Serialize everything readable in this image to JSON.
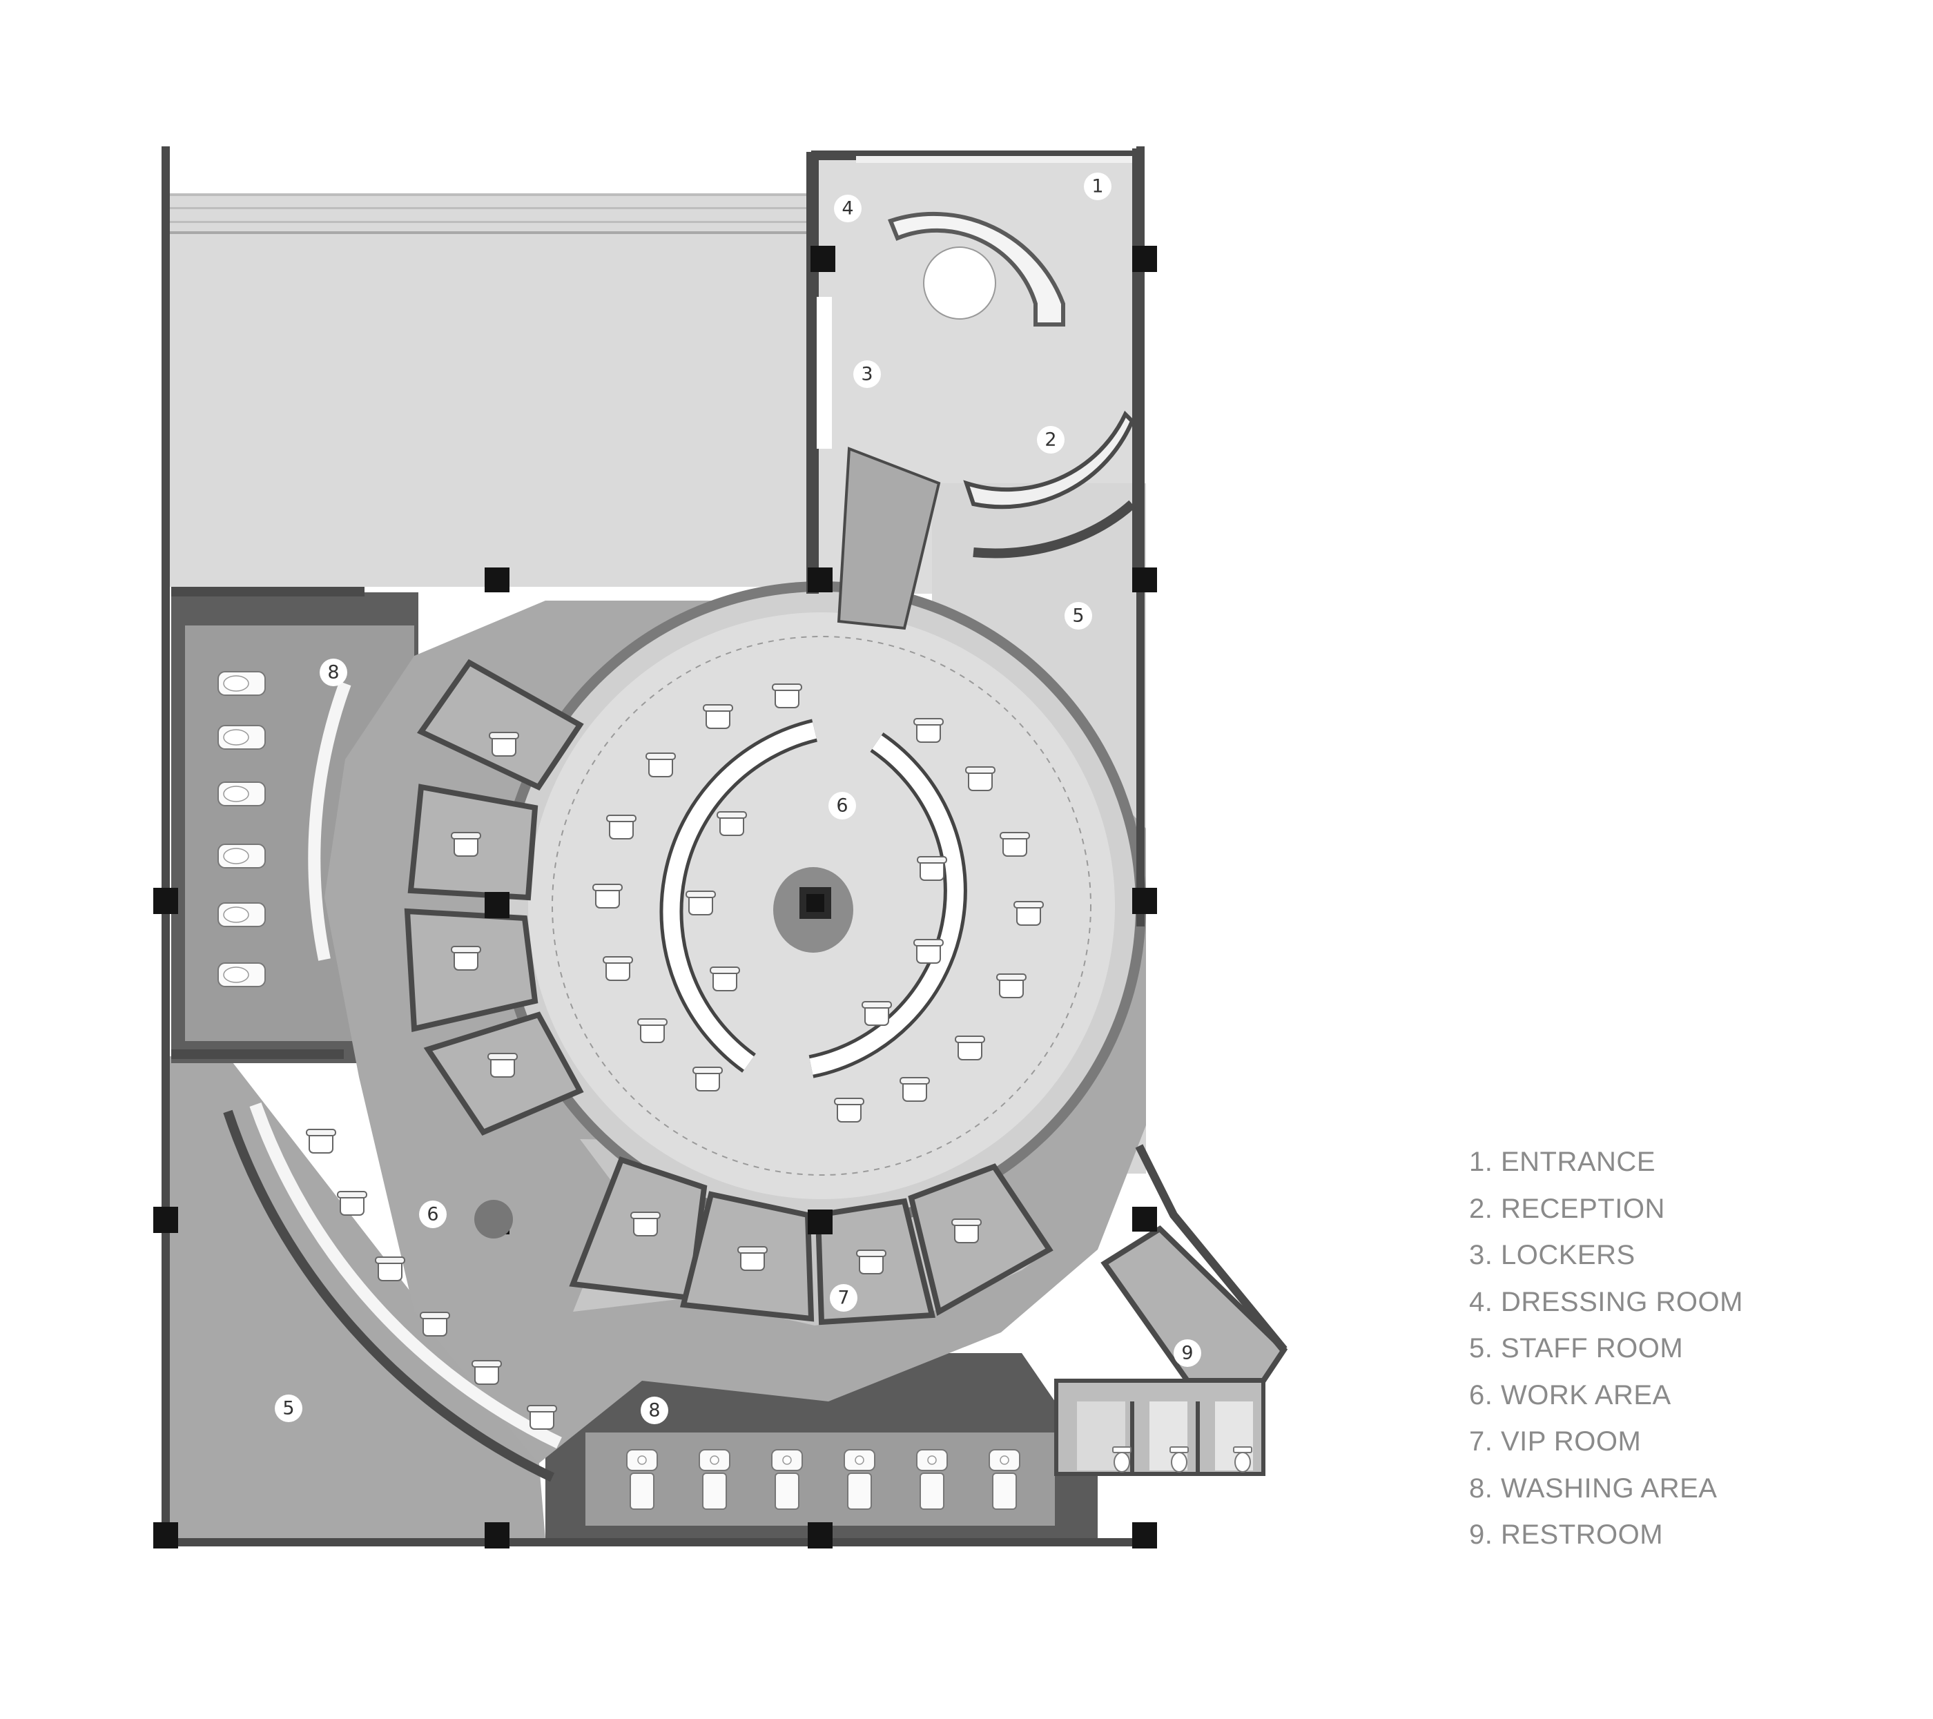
{
  "legend": [
    "1. ENTRANCE",
    "2. RECEPTION",
    "3. LOCKERS",
    "4. DRESSING ROOM",
    "5. STAFF ROOM",
    "6. WORK AREA",
    "7. VIP ROOM",
    "8. WASHING AREA",
    "9. RESTROOM"
  ],
  "room_labels": {
    "entrance": "1",
    "dressing": "4",
    "lockers": "3",
    "reception": "2",
    "staff_right": "5",
    "staff_left": "5",
    "washing_left": "8",
    "washing_bottom": "8",
    "work_center": "6",
    "work_left": "6",
    "vip": "7",
    "restroom": "9"
  },
  "colors": {
    "background": "#ffffff",
    "light_floor": "#dcdcdc",
    "mid_floor": "#c2c2c2",
    "dark_floor": "#9d9d9d",
    "wall": "#4a4a4a",
    "column": "#141414",
    "legend_text": "#8a8a8a"
  }
}
